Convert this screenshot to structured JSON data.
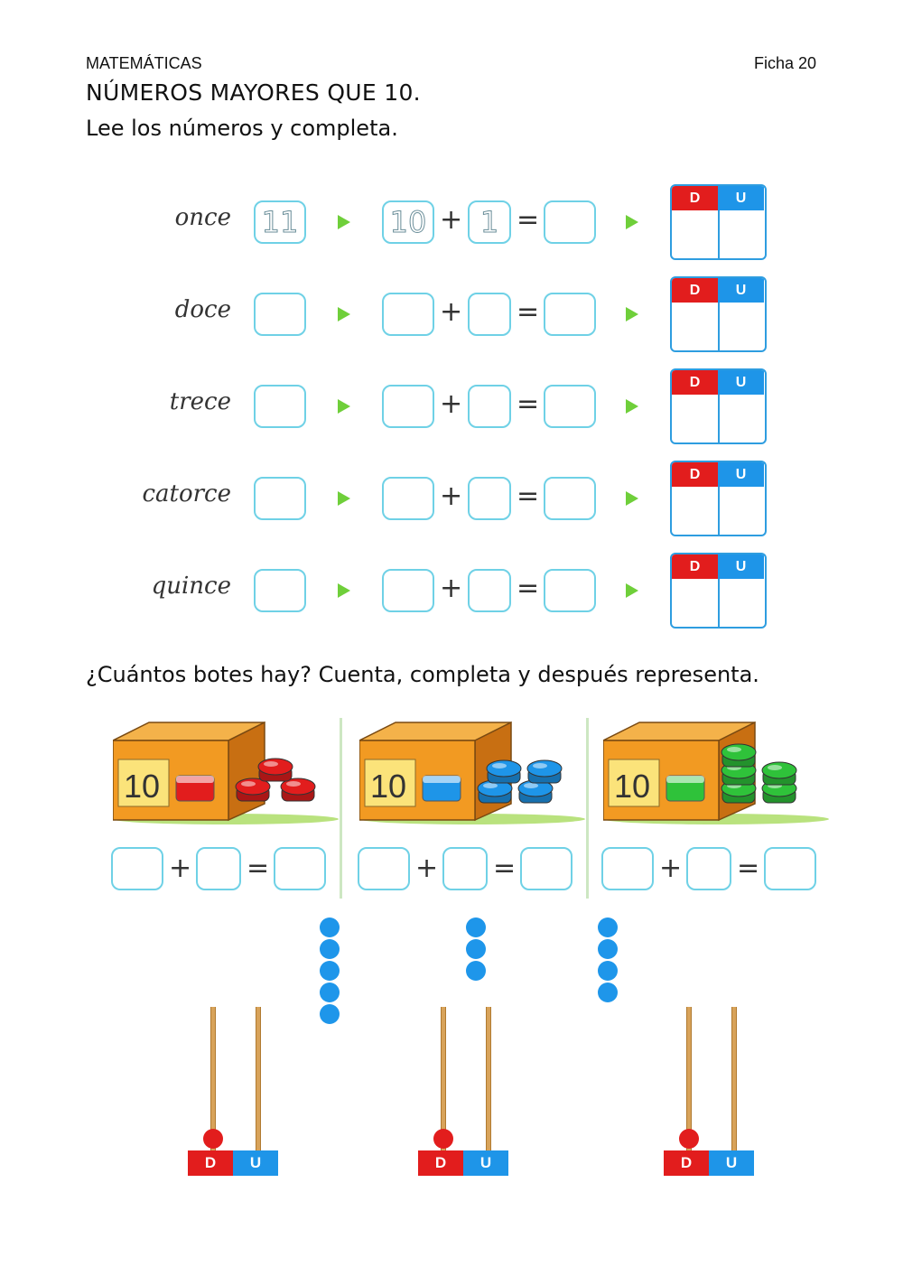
{
  "header": {
    "subject": "MATEMÁTICAS",
    "sheet": "Ficha 20",
    "title": "NÚMEROS MAYORES QUE 10.",
    "instruction": "Lee los números y completa."
  },
  "exercise1": {
    "rows": [
      {
        "word": "once",
        "number": "11",
        "tens": "10",
        "units": "1",
        "total": ""
      },
      {
        "word": "doce",
        "number": "",
        "tens": "",
        "units": "",
        "total": ""
      },
      {
        "word": "trece",
        "number": "",
        "tens": "",
        "units": "",
        "total": ""
      },
      {
        "word": "catorce",
        "number": "",
        "tens": "",
        "units": "",
        "total": ""
      },
      {
        "word": "quince",
        "number": "",
        "tens": "",
        "units": "",
        "total": ""
      }
    ],
    "plus": "+",
    "equals": "=",
    "d_label": "D",
    "u_label": "U"
  },
  "exercise2": {
    "instruction": "¿Cuántos botes hay? Cuenta, completa y después representa.",
    "box_label": "10",
    "plus": "+",
    "equals": "=",
    "d_label": "D",
    "u_label": "U",
    "groups": [
      {
        "color": "#e21d1d",
        "loose_count": 3,
        "dots": 5
      },
      {
        "color": "#1e95e8",
        "loose_count": 4,
        "dots": 3
      },
      {
        "color": "#2fc23a",
        "loose_count": 5,
        "dots": 4
      }
    ]
  }
}
